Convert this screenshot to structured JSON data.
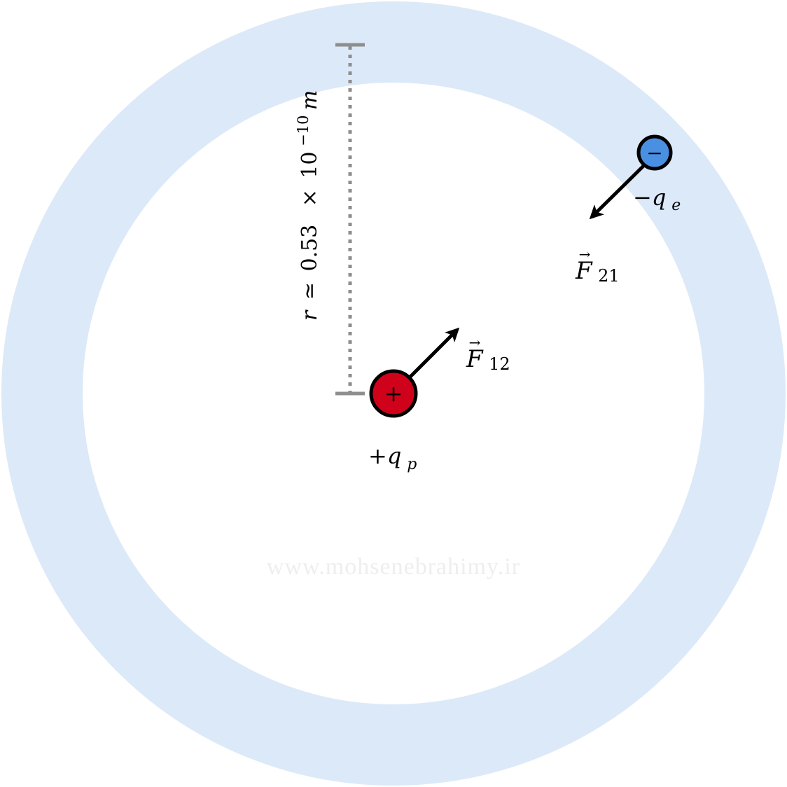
{
  "colors": {
    "orbit_band": "#dce9f8",
    "background": "#ffffff",
    "proton_fill": "#d0021b",
    "electron_fill": "#4a90e2",
    "outline": "#000000",
    "arrow": "#000000",
    "measure_line": "#8e8e8e",
    "watermark": "#eeeeee"
  },
  "proton": {
    "sign": "+",
    "label_main": "+q",
    "label_sub": "p"
  },
  "electron": {
    "sign": "−",
    "label_main": "−q",
    "label_sub": "e"
  },
  "forces": {
    "on_proton": {
      "symbol": "F",
      "subscript": "12",
      "vector_mark": "→"
    },
    "on_electron": {
      "symbol": "F",
      "subscript": "21",
      "vector_mark": "→"
    }
  },
  "radius_label": {
    "variable": "r",
    "relation": "≃",
    "mantissa": "0.53",
    "times": "×",
    "base": "10",
    "exponent": "−10",
    "unit": "m"
  },
  "watermark": "www.mohsenebrahimy.ir"
}
